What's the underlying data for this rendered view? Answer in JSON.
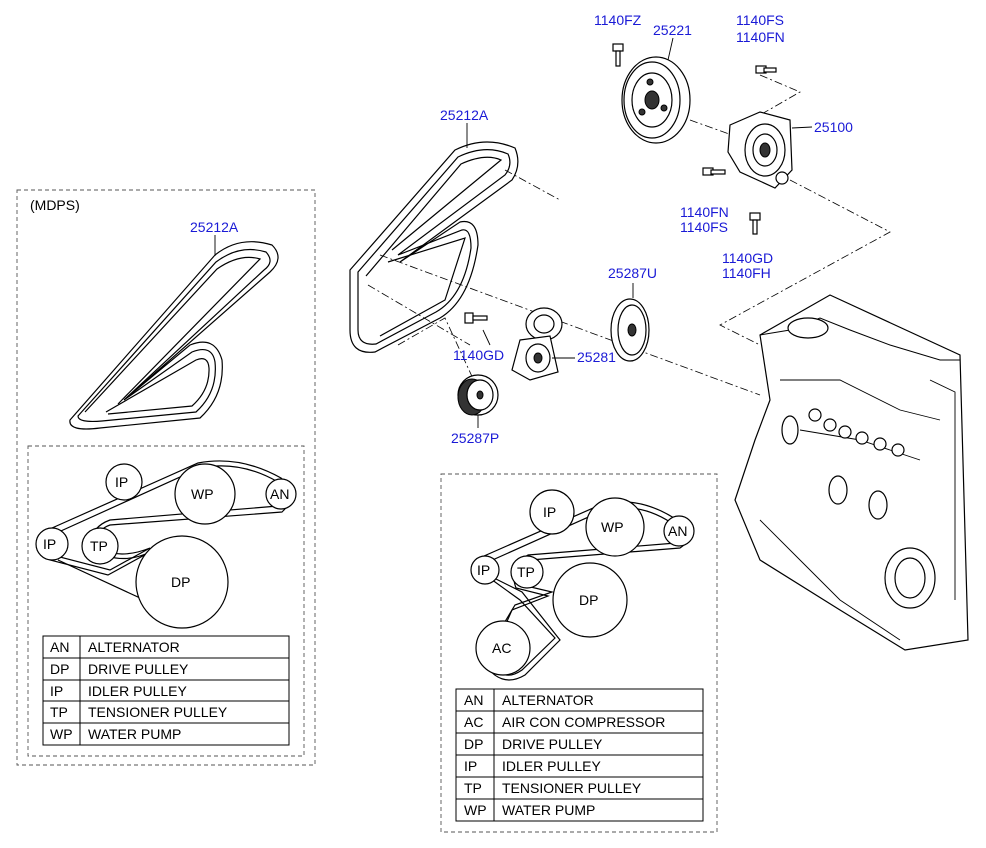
{
  "callouts": {
    "belt_main": "25212A",
    "belt_mdps": "25212A",
    "pump_pulley": "25221",
    "water_pump": "25100",
    "bolt_1140FZ": "1140FZ",
    "bolt_1140FS_top": "1140FS",
    "bolt_1140FN_top": "1140FN",
    "bolt_1140FN_mid": "1140FN",
    "bolt_1140FS_mid": "1140FS",
    "bolt_1140GD_right": "1140GD",
    "bolt_1140FH": "1140FH",
    "idler_upper": "25287U",
    "tensioner": "25281",
    "bolt_1140GD_tensioner": "1140GD",
    "idler_lower": "25287P"
  },
  "mdps_label": "(MDPS)",
  "layout_mdps": {
    "pulleys": [
      "IP",
      "WP",
      "AN",
      "IP",
      "TP",
      "DP"
    ],
    "legend": [
      {
        "code": "AN",
        "name": "ALTERNATOR"
      },
      {
        "code": "DP",
        "name": "DRIVE PULLEY"
      },
      {
        "code": "IP",
        "name": "IDLER PULLEY"
      },
      {
        "code": "TP",
        "name": "TENSIONER PULLEY"
      },
      {
        "code": "WP",
        "name": "WATER PUMP"
      }
    ]
  },
  "layout_ac": {
    "pulleys": [
      "IP",
      "WP",
      "AN",
      "IP",
      "TP",
      "DP",
      "AC"
    ],
    "legend": [
      {
        "code": "AN",
        "name": "ALTERNATOR"
      },
      {
        "code": "AC",
        "name": "AIR CON COMPRESSOR"
      },
      {
        "code": "DP",
        "name": "DRIVE PULLEY"
      },
      {
        "code": "IP",
        "name": "IDLER PULLEY"
      },
      {
        "code": "TP",
        "name": "TENSIONER PULLEY"
      },
      {
        "code": "WP",
        "name": "WATER PUMP"
      }
    ]
  },
  "colors": {
    "callout": "#1a1ad6",
    "ink": "#000000"
  }
}
